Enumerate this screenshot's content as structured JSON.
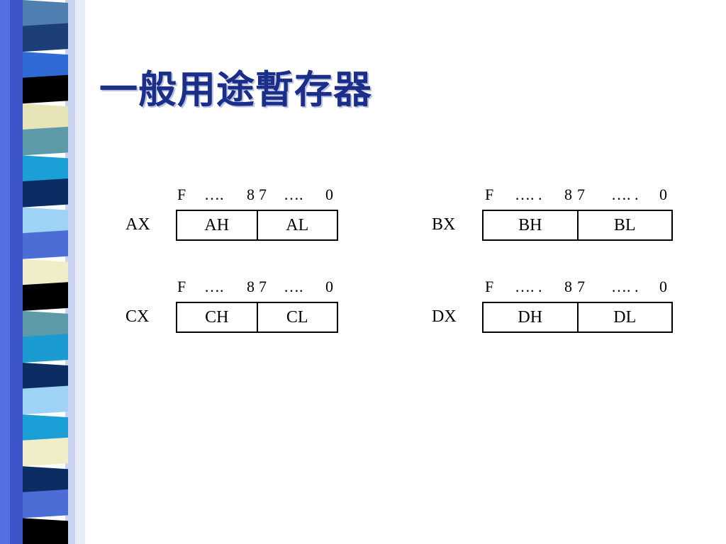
{
  "slide": {
    "title": "一般用途暫存器"
  },
  "sidebar": {
    "stripe_colors": [
      "#4e7fb0",
      "#1c3f78",
      "#2f6ad6",
      "#000000",
      "#e7e4b8",
      "#5b9aa6",
      "#1aa0d6",
      "#0b2d63",
      "#9fd3f6",
      "#4d6dd6",
      "#efeec8",
      "#000000",
      "#5b9aa6",
      "#1c9bd2",
      "#0b2d63",
      "#9fd3f6",
      "#1aa0d6",
      "#efeec8",
      "#0b2d63",
      "#4d6dd6",
      "#000000"
    ]
  },
  "registers": [
    {
      "name": "AX",
      "bits": [
        "F",
        "….",
        "8",
        "7",
        "….",
        "0"
      ],
      "high": "AH",
      "low": "AL"
    },
    {
      "name": "BX",
      "bits": [
        "F",
        "…. .",
        "8",
        "7",
        "…. .",
        "0"
      ],
      "high": "BH",
      "low": "BL"
    },
    {
      "name": "CX",
      "bits": [
        "F",
        "….",
        "8",
        "7",
        "….",
        "0"
      ],
      "high": "CH",
      "low": "CL"
    },
    {
      "name": "DX",
      "bits": [
        "F",
        "…. .",
        "8",
        "7",
        "…. .",
        "0"
      ],
      "high": "DH",
      "low": "DL"
    }
  ]
}
